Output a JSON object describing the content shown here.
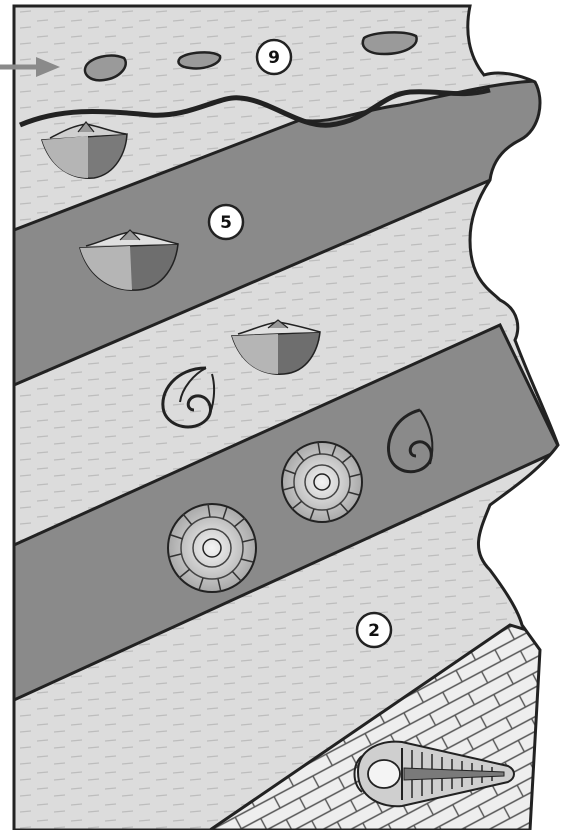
{
  "diagram": {
    "labels": {
      "top_stratum": "9",
      "middle_stratum": "5",
      "lower_stratum": "2"
    },
    "colors": {
      "light_layer": "#dcdcdc",
      "dark_layer": "#8a8a8a",
      "limestone": "#e8e8e8",
      "outline": "#222222",
      "arrow": "#8a8a8a",
      "pebble": "#9a9a9a"
    },
    "fossils": [
      {
        "kind": "brachiopod"
      },
      {
        "kind": "brachiopod"
      },
      {
        "kind": "brachiopod"
      },
      {
        "kind": "ammonite-outline"
      },
      {
        "kind": "ammonite-outline"
      },
      {
        "kind": "ammonite"
      },
      {
        "kind": "ammonite"
      },
      {
        "kind": "trilobite"
      }
    ]
  }
}
